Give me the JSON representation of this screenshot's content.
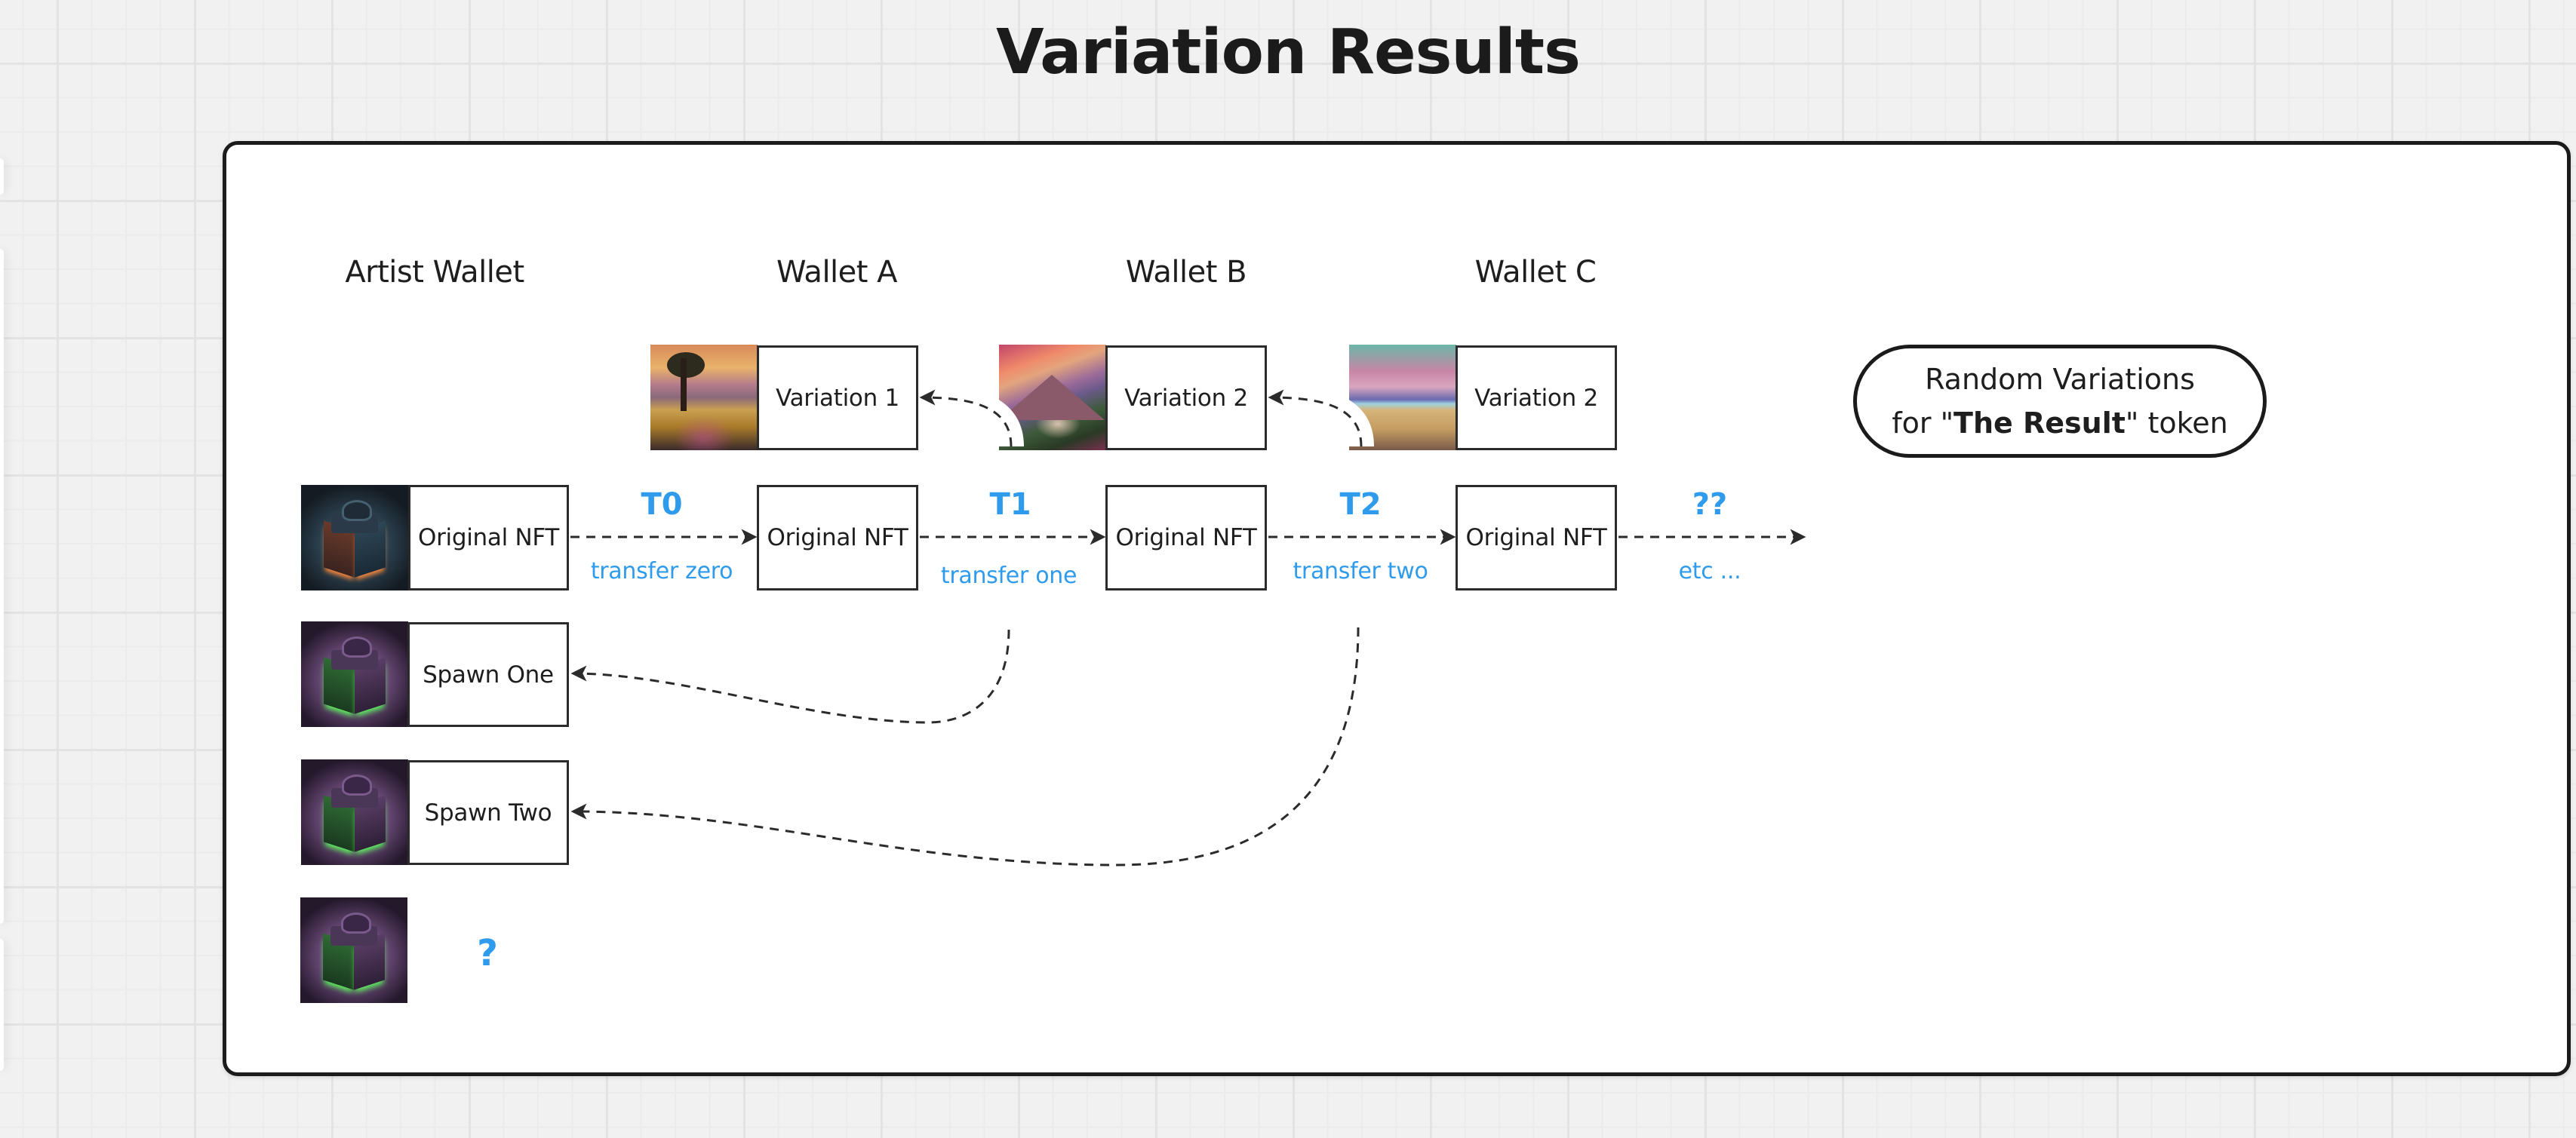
{
  "title": "Variation Results",
  "wallets": [
    {
      "name": "Artist Wallet"
    },
    {
      "name": "Wallet A"
    },
    {
      "name": "Wallet B"
    },
    {
      "name": "Wallet C"
    }
  ],
  "variations": [
    {
      "label": "Variation 1",
      "wallet": "Wallet A",
      "image": "landscape-painting-tree-meadow"
    },
    {
      "label": "Variation 2",
      "wallet": "Wallet B",
      "image": "landscape-painting-mountains-river"
    },
    {
      "label": "Variation 2",
      "wallet": "Wallet C",
      "image": "landscape-painting-plains-lake"
    }
  ],
  "chain": [
    {
      "label": "Original NFT",
      "wallet": "Artist Wallet",
      "image": "gift-box-teal-copper"
    },
    {
      "label": "Original NFT",
      "wallet": "Wallet A"
    },
    {
      "label": "Original NFT",
      "wallet": "Wallet B"
    },
    {
      "label": "Original NFT",
      "wallet": "Wallet C"
    }
  ],
  "transfers": [
    {
      "code": "T0",
      "caption": "transfer zero"
    },
    {
      "code": "T1",
      "caption": "transfer one"
    },
    {
      "code": "T2",
      "caption": "transfer two"
    },
    {
      "code": "??",
      "caption": "etc ..."
    }
  ],
  "spawns": [
    {
      "label": "Spawn One",
      "image": "gift-box-purple-green"
    },
    {
      "label": "Spawn Two",
      "image": "gift-box-purple-green"
    },
    {
      "label": "",
      "image": "gift-box-purple-green",
      "unknown_marker": "?"
    }
  ],
  "note": {
    "line1": "Random Variations",
    "line2_prefix": "for \"",
    "line2_bold": "The Result",
    "line2_suffix": "\" token"
  },
  "colors": {
    "accent": "#2f9bec",
    "stroke": "#1b1b1b",
    "canvas": "#f1f1f1"
  }
}
